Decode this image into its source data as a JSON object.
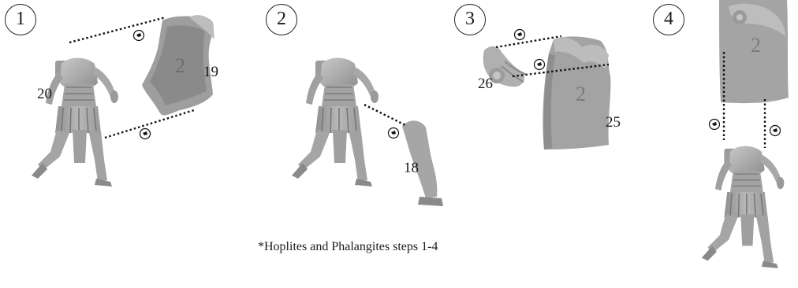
{
  "steps": [
    {
      "number": "1",
      "part_labels": [
        "20",
        "19"
      ],
      "glue_marks": 2
    },
    {
      "number": "2",
      "part_labels": [
        "18"
      ],
      "glue_marks": 1
    },
    {
      "number": "3",
      "part_labels": [
        "26",
        "25"
      ],
      "glue_marks": 2
    },
    {
      "number": "4",
      "part_labels": [],
      "glue_marks": 2
    }
  ],
  "caption": "*Hoplites and Phalangites steps 1-4",
  "colors": {
    "miniature": "#a9a9a9",
    "miniature_dark": "#7c7c7c",
    "miniature_light": "#cfcfcf",
    "guide_line": "#111111",
    "ink": "#1a1a1a"
  },
  "icons": {
    "glue": "glue-drop-icon"
  }
}
